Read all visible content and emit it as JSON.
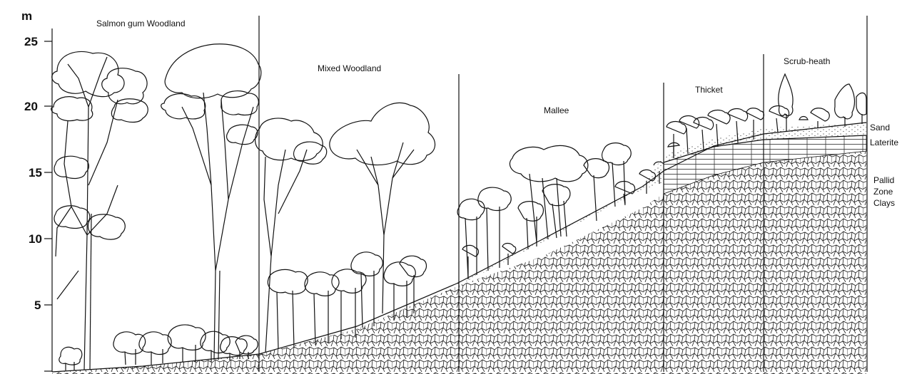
{
  "axis": {
    "unit": "m",
    "ticks": [
      "25",
      "20",
      "15",
      "10",
      "5"
    ]
  },
  "zones": [
    {
      "label": "Salmon gum Woodland"
    },
    {
      "label": "Mixed Woodland"
    },
    {
      "label": "Mallee"
    },
    {
      "label": "Thicket"
    },
    {
      "label": "Scrub-heath"
    }
  ],
  "layers": {
    "sand": "Sand",
    "laterite": "Laterite",
    "pallid": [
      "Pallid",
      "Zone",
      "Clays"
    ]
  },
  "colors": {
    "ink": "#111111",
    "paper": "#ffffff"
  }
}
